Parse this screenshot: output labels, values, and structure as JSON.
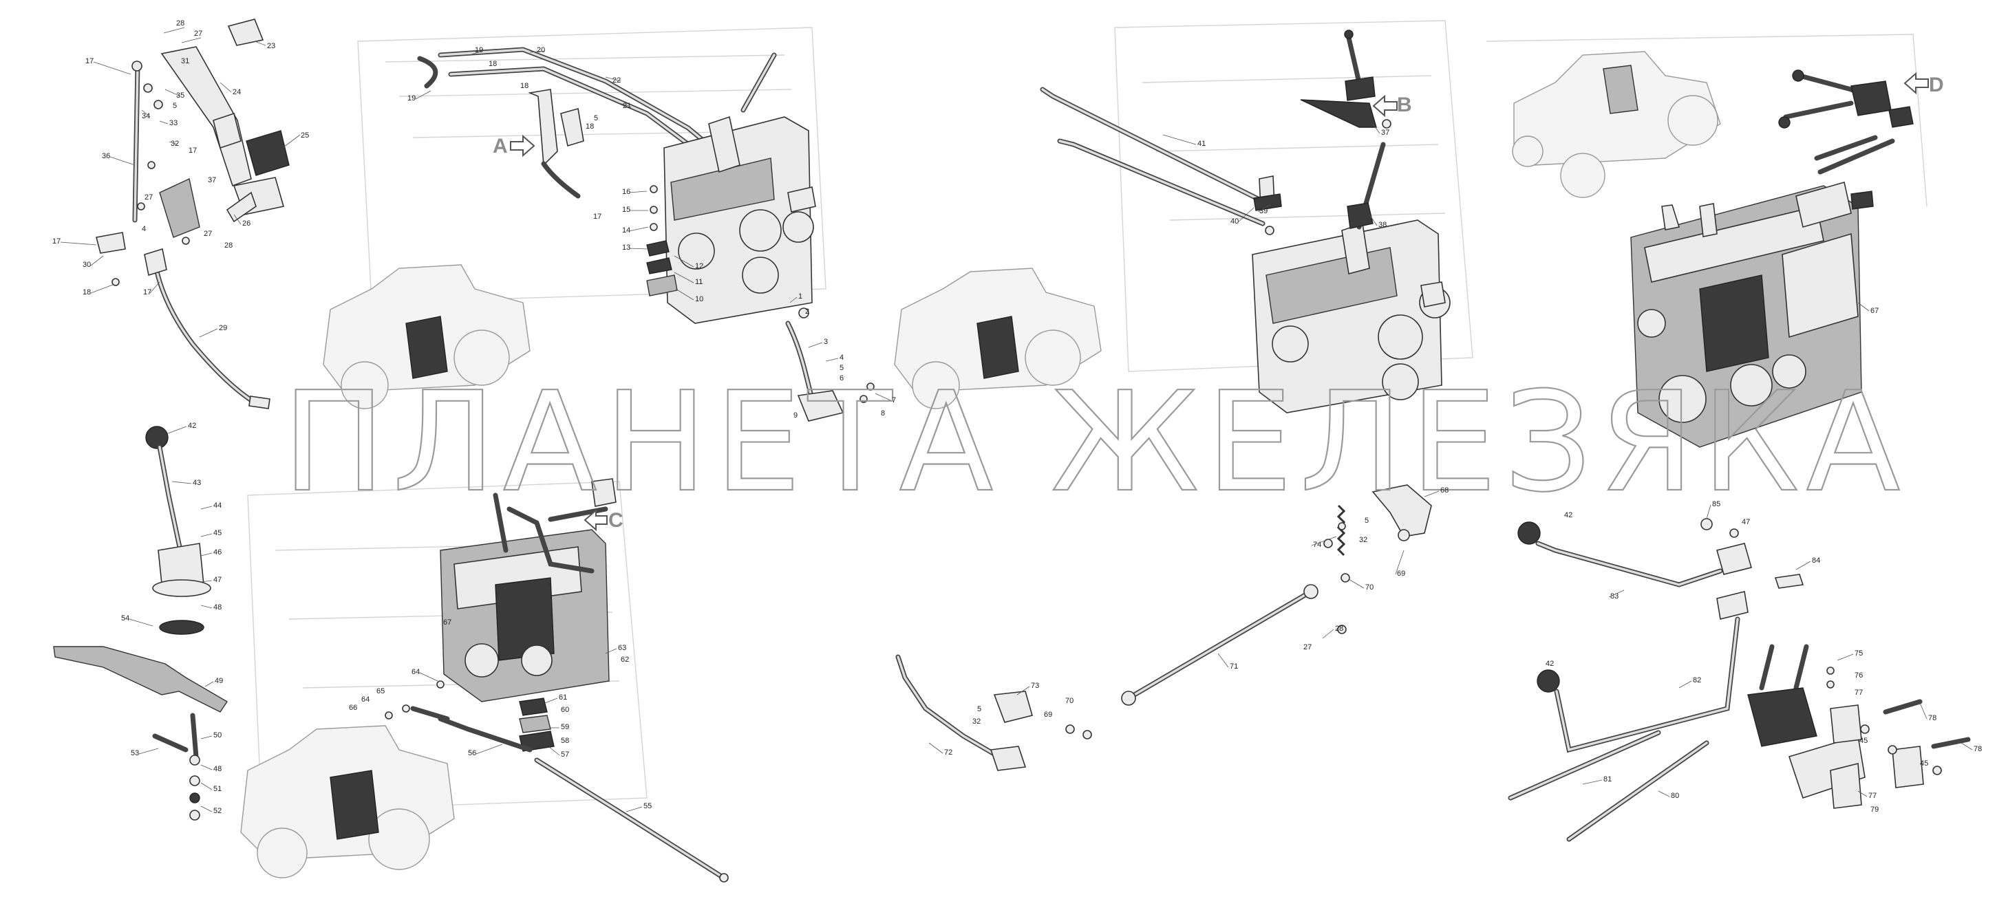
{
  "watermark": "ПЛАНЕТА ЖЕЛЕЗЯКА",
  "callouts": {
    "a": "A",
    "b": "B",
    "c": "C",
    "d": "D"
  },
  "labels": {
    "n1": "1",
    "n2": "2",
    "n3": "3",
    "n4": "4",
    "n5": "5",
    "n6": "6",
    "n7": "7",
    "n8": "8",
    "n9": "9",
    "n10": "10",
    "n11": "11",
    "n12": "12",
    "n13": "13",
    "n14": "14",
    "n15": "15",
    "n16": "16",
    "n17": "17",
    "n18": "18",
    "n19": "19",
    "n20": "20",
    "n21": "21",
    "n22": "22",
    "n23": "23",
    "n24": "24",
    "n25": "25",
    "n26": "26",
    "n27": "27",
    "n28": "28",
    "n29": "29",
    "n30": "30",
    "n31": "31",
    "n32": "32",
    "n33": "33",
    "n34": "34",
    "n35": "35",
    "n36": "36",
    "n37": "37",
    "n38": "38",
    "n39": "39",
    "n40": "40",
    "n41": "41",
    "n42": "42",
    "n43": "43",
    "n44": "44",
    "n45": "45",
    "n46": "46",
    "n47": "47",
    "n48": "48",
    "n49": "49",
    "n50": "50",
    "n51": "51",
    "n52": "52",
    "n53": "53",
    "n54": "54",
    "n55": "55",
    "n56": "56",
    "n57": "57",
    "n58": "58",
    "n59": "59",
    "n60": "60",
    "n61": "61",
    "n62": "62",
    "n63": "63",
    "n64": "64",
    "n65": "65",
    "n66": "66",
    "n67": "67",
    "n68": "68",
    "n69": "69",
    "n70": "70",
    "n71": "71",
    "n72": "72",
    "n73": "73",
    "n74": "74",
    "n75": "75",
    "n76": "76",
    "n77": "77",
    "n78": "78",
    "n79": "79",
    "n80": "80",
    "n81": "81",
    "n82": "82",
    "n83": "83",
    "n84": "84",
    "n85": "85"
  }
}
